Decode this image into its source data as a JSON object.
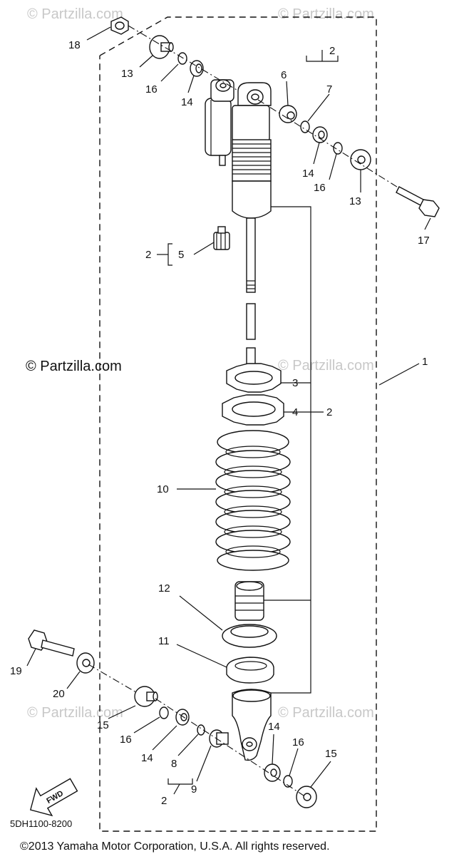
{
  "watermark": "© Partzilla.com",
  "watermark_main": "© Partzilla.com",
  "diagram_code": "5DH1100-8200",
  "copyright": "©2013  Yamaha Motor Corporation, U.S.A. All rights reserved.",
  "fwd_label": "FWD",
  "callouts": {
    "c18": "18",
    "c13a": "13",
    "c16a": "16",
    "c14a": "14",
    "c2top": "2",
    "c6": "6",
    "c7": "7",
    "c14b": "14",
    "c16b": "16",
    "c13b": "13",
    "c17": "17",
    "c2mid": "2",
    "c5": "5",
    "c1": "1",
    "c3": "3",
    "c4": "4",
    "c2r": "2",
    "c10": "10",
    "c12": "12",
    "c11": "11",
    "c19": "19",
    "c20": "20",
    "c15a": "15",
    "c16c": "16",
    "c14c": "14",
    "c8": "8",
    "c9": "9",
    "c2bot": "2",
    "c14d": "14",
    "c16d": "16",
    "c15b": "15"
  }
}
